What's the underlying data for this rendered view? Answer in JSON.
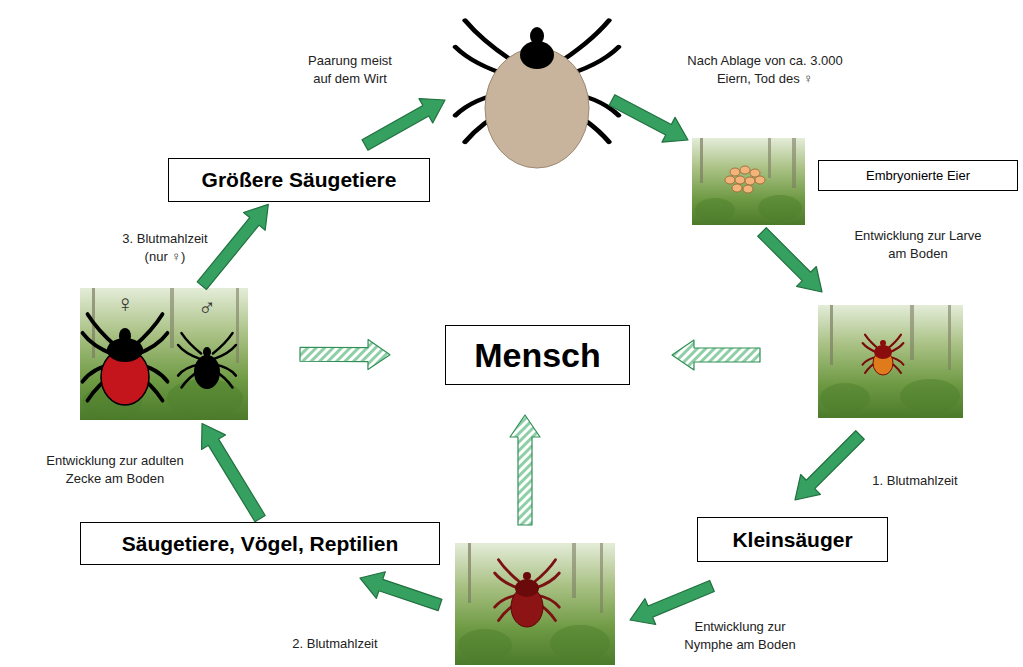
{
  "diagram": {
    "nodes": [
      {
        "text": [
          "Größere Säugetiere"
        ]
      },
      {
        "text": [
          "Embryonierte Eier"
        ]
      },
      {
        "text": [
          "♀",
          "♂"
        ]
      },
      {
        "text": [
          "Mensch"
        ]
      },
      {
        "text": [
          "Kleinsäuger"
        ]
      },
      {
        "text": [
          "Säugetiere, Vögel, Reptilien"
        ]
      }
    ],
    "edges": [
      {
        "from": 2,
        "to": 0,
        "arrow": "to"
      },
      {
        "from": 2,
        "to": 3,
        "arrow": "to"
      },
      {
        "from": 5,
        "to": 2,
        "arrow": "to"
      }
    ],
    "labels": [
      "Paarung meist auf dem Wirt",
      "Nach Ablage von ca. 3.000 Eiern, Tod des ♀",
      "Entwicklung zur Larve am Boden",
      "3. Blutmahlzeit (nur ♀)",
      "Entwicklung zur adulten Zecke am Boden",
      "1. Blutmahlzeit",
      "Entwicklung zur Nymphe am Boden",
      "2. Blutmahlzeit"
    ]
  }
}
